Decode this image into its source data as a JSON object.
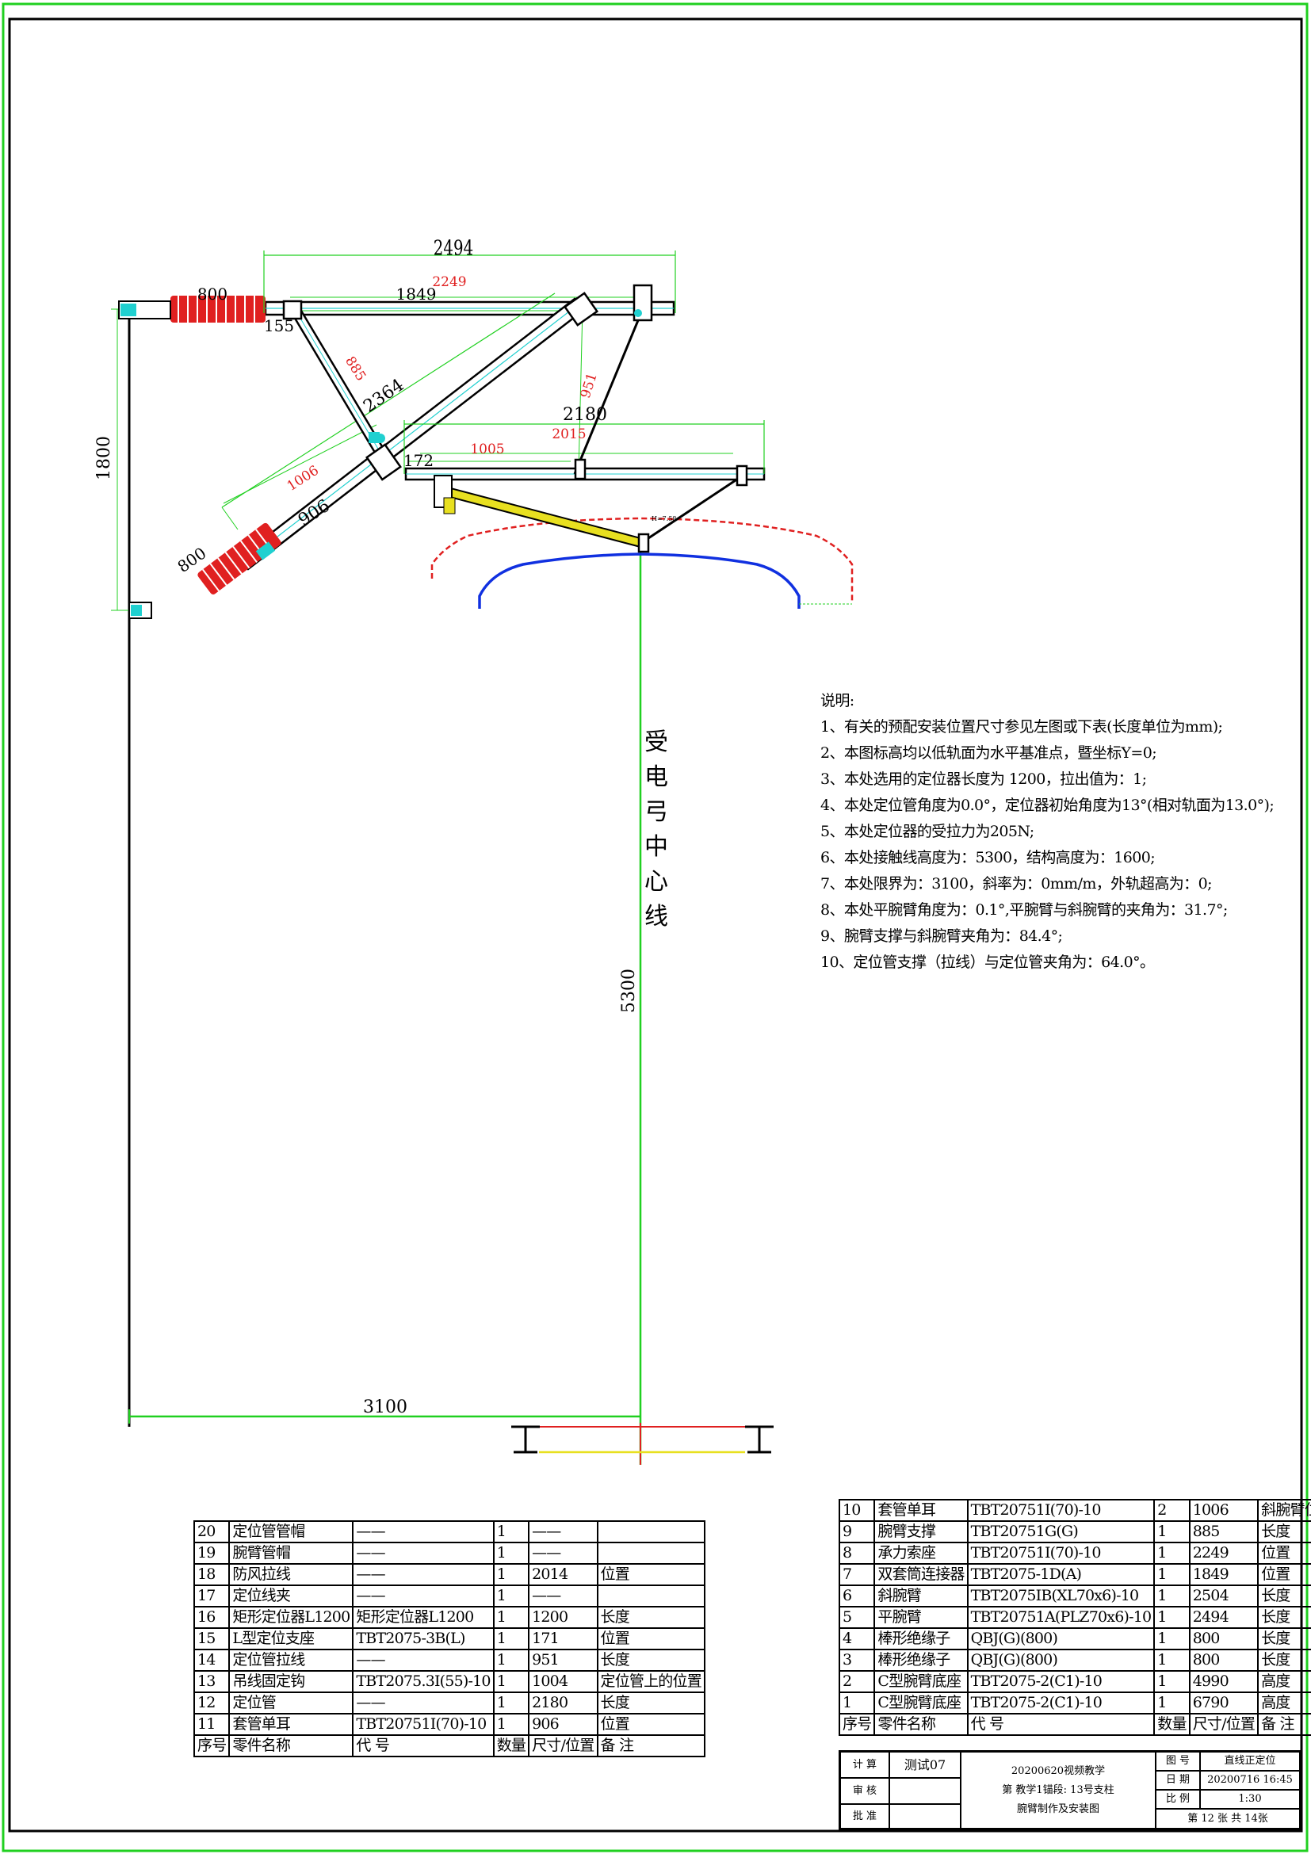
{
  "dimensions": {
    "d2494": "2494",
    "d2249": "2249",
    "d1849": "1849",
    "d800_top": "800",
    "d155": "155",
    "d885": "885",
    "d2364": "2364",
    "d951": "951",
    "d2180": "2180",
    "d2015": "2015",
    "d1005": "1005",
    "d172": "172",
    "d1006": "1006",
    "d906": "906",
    "d800_bottom": "800",
    "d1800": "1800",
    "d5300": "5300",
    "d3100": "3100",
    "small_label": "H=7.58"
  },
  "pantograph_center_label": [
    "受",
    "电",
    "弓",
    "中",
    "心",
    "线"
  ],
  "notes": {
    "title": "说明:",
    "items": [
      "1、有关的预配安装位置尺寸参见左图或下表(长度单位为mm);",
      "2、本图标高均以低轨面为水平基准点，暨坐标Y=0;",
      "3、本处选用的定位器长度为 1200，拉出值为：1;",
      "4、本处定位管角度为0.0°，定位器初始角度为13°(相对轨面为13.0°);",
      "5、本处定位器的受拉力为205N;",
      "6、本处接触线高度为：5300，结构高度为：1600;",
      "7、本处限界为：3100，斜率为：0mm/m，外轨超高为：0;",
      "8、本处平腕臂角度为：0.1°,平腕臂与斜腕臂的夹角为：31.7°;",
      "9、腕臂支撑与斜腕臂夹角为：84.4°;",
      "10、定位管支撑（拉线）与定位管夹角为：64.0°。"
    ]
  },
  "parts_left": {
    "rows": [
      [
        "20",
        "定位管管帽",
        "——",
        "1",
        "——",
        ""
      ],
      [
        "19",
        "腕臂管帽",
        "——",
        "1",
        "——",
        ""
      ],
      [
        "18",
        "防风拉线",
        "——",
        "1",
        "2014",
        "位置"
      ],
      [
        "17",
        "定位线夹",
        "——",
        "1",
        "——",
        ""
      ],
      [
        "16",
        "矩形定位器L1200",
        "矩形定位器L1200",
        "1",
        "1200",
        "长度"
      ],
      [
        "15",
        "L型定位支座",
        "TBT2075-3B(L)",
        "1",
        "171",
        "位置"
      ],
      [
        "14",
        "定位管拉线",
        "——",
        "1",
        "951",
        "长度"
      ],
      [
        "13",
        "吊线固定钩",
        "TBT2075.3I(55)-10",
        "1",
        "1004",
        "定位管上的位置"
      ],
      [
        "12",
        "定位管",
        "——",
        "1",
        "2180",
        "长度"
      ],
      [
        "11",
        "套管单耳",
        "TBT20751I(70)-10",
        "1",
        "906",
        "位置"
      ]
    ],
    "header": [
      "序号",
      "零件名称",
      "代 号",
      "数量",
      "尺寸/位置",
      "备 注"
    ]
  },
  "parts_right": {
    "rows": [
      [
        "10",
        "套管单耳",
        "TBT20751I(70)-10",
        "2",
        "1006",
        "斜腕臂位置"
      ],
      [
        "9",
        "腕臂支撑",
        "TBT20751G(G)",
        "1",
        "885",
        "长度"
      ],
      [
        "8",
        "承力索座",
        "TBT20751I(70)-10",
        "1",
        "2249",
        "位置"
      ],
      [
        "7",
        "双套筒连接器",
        "TBT2075-1D(A)",
        "1",
        "1849",
        "位置"
      ],
      [
        "6",
        "斜腕臂",
        "TBT2075IB(XL70x6)-10",
        "1",
        "2504",
        "长度"
      ],
      [
        "5",
        "平腕臂",
        "TBT20751A(PLZ70x6)-10",
        "1",
        "2494",
        "长度"
      ],
      [
        "4",
        "棒形绝缘子",
        "QBJ(G)(800)",
        "1",
        "800",
        "长度"
      ],
      [
        "3",
        "棒形绝缘子",
        "QBJ(G)(800)",
        "1",
        "800",
        "长度"
      ],
      [
        "2",
        "C型腕臂底座",
        "TBT2075-2(C1)-10",
        "1",
        "4990",
        "高度"
      ],
      [
        "1",
        "C型腕臂底座",
        "TBT2075-2(C1)-10",
        "1",
        "6790",
        "高度"
      ]
    ],
    "header": [
      "序号",
      "零件名称",
      "代 号",
      "数量",
      "尺寸/位置",
      "备 注"
    ]
  },
  "title_block": {
    "calc_label": "计 算",
    "calc_value": "测试07",
    "review_label": "审 核",
    "approve_label": "批 准",
    "line1": "20200620视频教学",
    "line2": "第 教学1锚段: 13号支柱",
    "line3": "腕臂制作及安装图",
    "drawing_no_label": "图 号",
    "drawing_no_value": "直线正定位",
    "date_label": "日 期",
    "date_value": "20200716 16:45",
    "scale_label": "比 例",
    "scale_value": "1:30",
    "sheet_text": "第 12 张  共 14张"
  }
}
